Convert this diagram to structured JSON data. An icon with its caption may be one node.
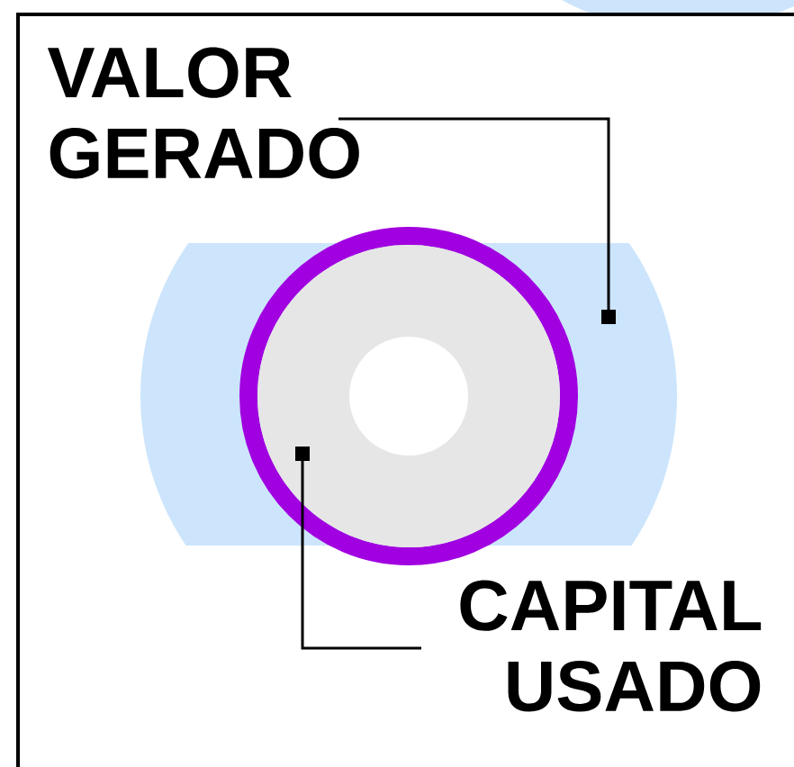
{
  "diagram": {
    "nodes": [
      {
        "text": [
          "VALOR GERADO"
        ]
      },
      {
        "text": [],
        "shape": "band"
      },
      {
        "text": [
          "CAPITAL USADO"
        ]
      },
      {
        "text": [],
        "shape": "circle",
        "in": 1
      }
    ],
    "edges": [
      {
        "from": 0,
        "to": 1,
        "arrow": "other"
      },
      {
        "from": 2,
        "to": 3,
        "arrow": "other"
      }
    ]
  }
}
